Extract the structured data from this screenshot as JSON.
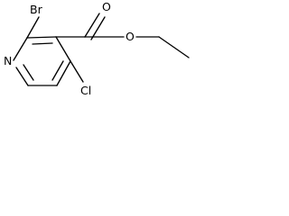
{
  "molecule": {
    "atoms": {
      "bromine": "Br",
      "nitrogen": "N",
      "carbonyl_oxygen": "O",
      "ester_oxygen": "O",
      "chlorine": "Cl"
    },
    "colors": {
      "bond": "#000000",
      "label": "#000000",
      "background": "#ffffff"
    }
  }
}
